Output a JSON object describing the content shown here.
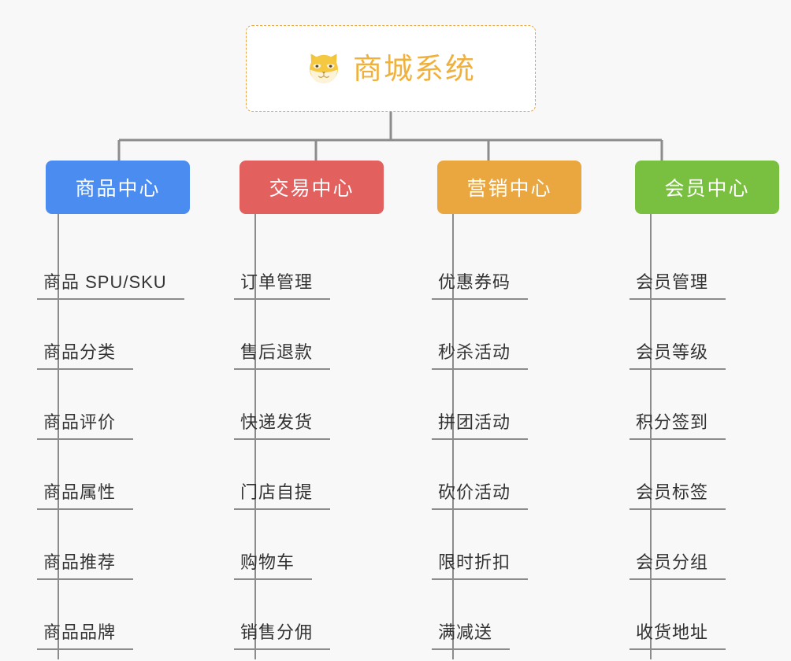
{
  "root": {
    "title": "商城系统",
    "icon": "shiba-dog-face-icon",
    "border_color": "#e8a33d",
    "text_color": "#f0b03c"
  },
  "colors": {
    "background": "#f8f8f8",
    "connector": "#8c8c8c",
    "leaf_text": "#333333",
    "category_blue": "#4a8cf0",
    "category_red": "#e2605e",
    "category_orange": "#eaa73f",
    "category_green": "#79c041"
  },
  "columns": [
    {
      "title": "商品中心",
      "color": "#4a8cf0",
      "items": [
        "商品 SPU/SKU",
        "商品分类",
        "商品评价",
        "商品属性",
        "商品推荐",
        "商品品牌"
      ]
    },
    {
      "title": "交易中心",
      "color": "#e2605e",
      "items": [
        "订单管理",
        "售后退款",
        "快递发货",
        "门店自提",
        "购物车",
        "销售分佣"
      ]
    },
    {
      "title": "营销中心",
      "color": "#eaa73f",
      "items": [
        "优惠券码",
        "秒杀活动",
        "拼团活动",
        "砍价活动",
        "限时折扣",
        "满减送"
      ]
    },
    {
      "title": "会员中心",
      "color": "#79c041",
      "items": [
        "会员管理",
        "会员等级",
        "积分签到",
        "会员标签",
        "会员分组",
        "收货地址"
      ]
    }
  ]
}
